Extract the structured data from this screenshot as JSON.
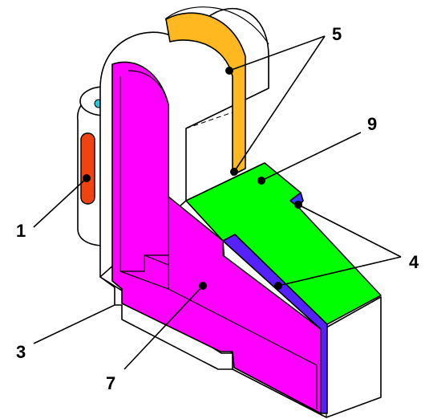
{
  "colors": {
    "background": "#ffffff",
    "body": "#ffffff",
    "magenta_section": "#ff00ff",
    "green_face": "#00ff00",
    "blue_face": "#5522ff",
    "orange_band": "#ffb820",
    "red_slot": "#ee4411",
    "cyan_dot": "#22c8d8",
    "outline": "#000000"
  },
  "callouts": [
    {
      "id": "c1",
      "label": "1"
    },
    {
      "id": "c3",
      "label": "3"
    },
    {
      "id": "c4",
      "label": "4"
    },
    {
      "id": "c5",
      "label": "5"
    },
    {
      "id": "c7",
      "label": "7"
    },
    {
      "id": "c9",
      "label": "9"
    }
  ]
}
